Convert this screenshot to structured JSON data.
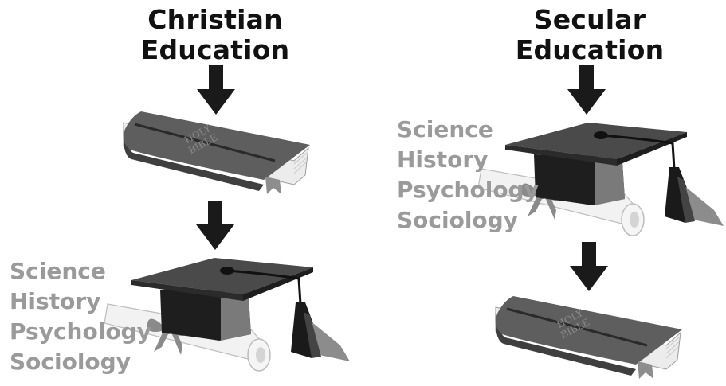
{
  "left_column": {
    "title_line1": "Christian",
    "title_line2": "Education",
    "bible_text_line1": "HOLY",
    "bible_text_line2": "BIBLE",
    "subjects": [
      "Science",
      "History",
      "Psychology",
      "Sociology"
    ]
  },
  "right_column": {
    "title_line1": "Secular",
    "title_line2": "Education",
    "bible_text_line1": "HOLY",
    "bible_text_line2": "BIBLE",
    "subjects": [
      "Science",
      "History",
      "Psychology",
      "Sociology"
    ]
  },
  "colors": {
    "title": "#111111",
    "subjects": "#9a9a9a",
    "arrow": "#1a1a1a",
    "book_cover": "#5e5e5e",
    "cap": "#2b2b2b"
  },
  "icons": [
    "arrow-down-icon",
    "bible-icon",
    "graduation-cap-icon",
    "diploma-icon"
  ]
}
